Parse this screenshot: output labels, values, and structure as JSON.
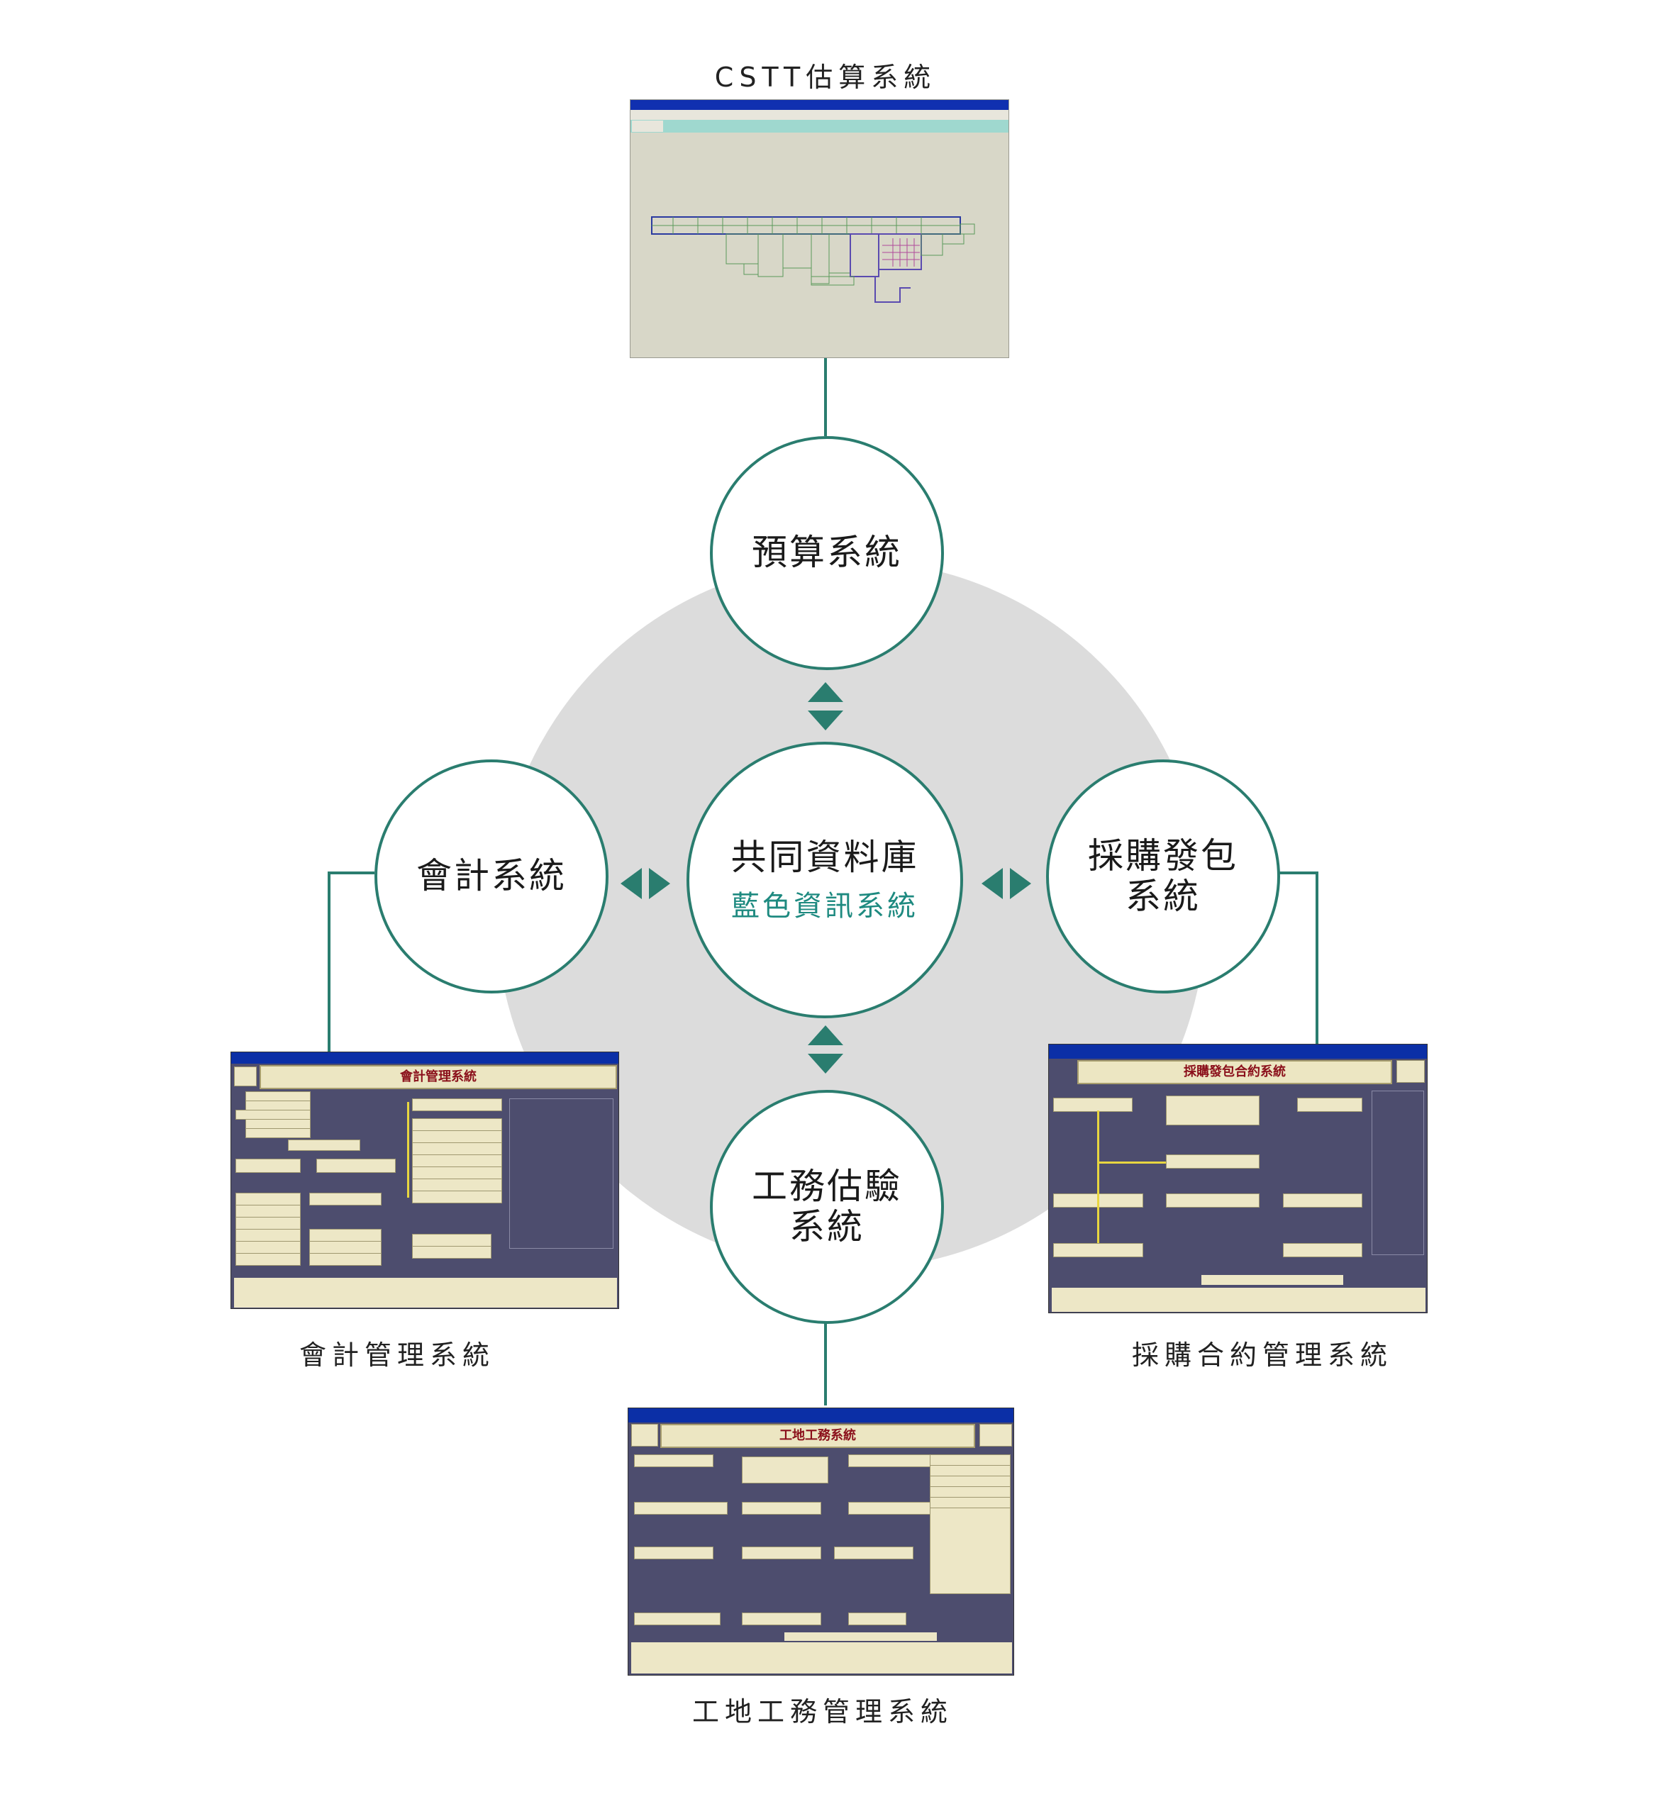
{
  "captions": {
    "top": "CSTT估算系統",
    "left": "會計管理系統",
    "right": "採購合約管理系統",
    "bottom": "工地工務管理系統"
  },
  "nodes": {
    "center_title": "共同資料庫",
    "center_sub": "藍色資訊系統",
    "top": "預算系統",
    "left": "會計系統",
    "right_line1": "採購發包",
    "right_line2": "系統",
    "bottom_line1": "工務估驗",
    "bottom_line2": "系統"
  },
  "screens": {
    "accounting_title": "會計管理系統",
    "procurement_title": "採購發包合約系統",
    "site_title": "工地工務系統"
  },
  "colors": {
    "teal": "#2a7d6f",
    "disc": "#dcdcdc",
    "screen_panel": "#4d4d6e",
    "screen_titlebar": "#0b2fa6"
  }
}
